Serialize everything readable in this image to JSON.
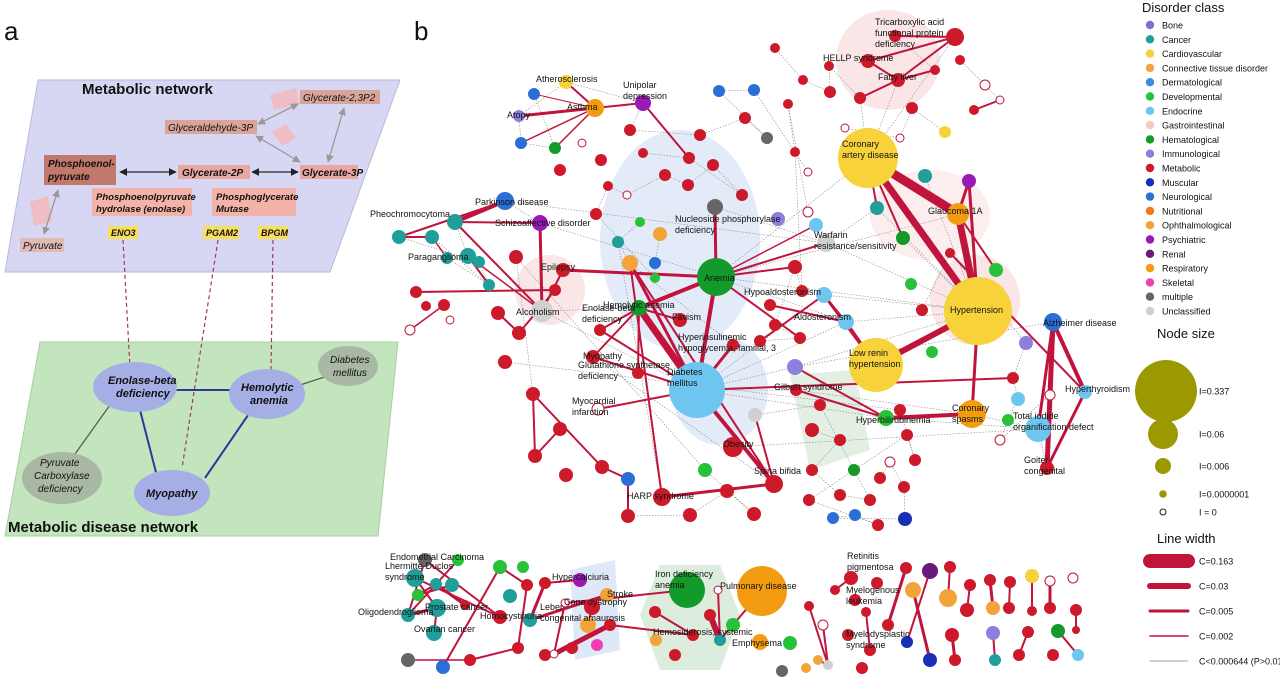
{
  "panel_a": {
    "letter": "a",
    "metabolic_title": "Metabolic network",
    "disease_title": "Metabolic disease network",
    "metabolites": {
      "glycerate23p2": "Glycerate-2,3P2",
      "glyceraldehyde3p": "Glyceraldehyde-3P",
      "pep": "Phosphoenol-\npyruvate",
      "glycerate2p": "Glycerate-2P",
      "glycerate3p": "Glycerate-3P",
      "pyruvate": "Pyruvate"
    },
    "enzymes": {
      "enolase": "Phosphoenolpyruvate\nhydrolase (enolase)",
      "pgm": "Phosphoglycerate\nMutase"
    },
    "genes": [
      "ENO3",
      "PGAM2",
      "BPGM"
    ],
    "diseases": {
      "enolase_def": "Enolase-beta\ndeficiency",
      "hemolytic": "Hemolytic\nanemia",
      "diabetes": "Diabetes\nmellitus",
      "pyruvate_carb": "Pyruvate\nCarboxylase\ndeficiency",
      "myopathy": "Myopathy"
    }
  },
  "panel_b": {
    "letter": "b",
    "labels": [
      "Atherosclerosis",
      "Asthma",
      "Unipolar\ndepression",
      "Atopy",
      "Tricarboxylic acid\nfunctional protein\ndeficiency",
      "HELLP syndrome",
      "Fatty liver",
      "Coronary\nartery disease",
      "Glaucoma 1A",
      "Parkinson disease",
      "Pheochromocytoma",
      "Schizoaffective disorder",
      "Paraganglioma",
      "Nucleoside phosphorylase\ndeficiency",
      "Warfarin\nresistance/sensitivity",
      "Anemia",
      "Epilepsy",
      "Alcoholism",
      "Hemolytic anemia",
      "Enolase-beta\ndeficiency",
      "Favism",
      "Hyperinsulinemic\nhypoglycemia, familial, 3",
      "Myopathy",
      "Glutathione synthetase\ndeficiency",
      "Diabetes\nmellitus",
      "Myocardial\ninfarction",
      "Hypoaldosteronism",
      "Aldosteronism",
      "Hypertension",
      "Low renin\nhypertension",
      "Alzheimer disease",
      "Hyperthyroidism",
      "Gilbert syndrome",
      "Hyperbilirubinemia",
      "Coronary\nspasms",
      "Total iodide\norganification defect",
      "Goiter\ncongenital",
      "Obesity",
      "Spina bifida",
      "HARP syndrome",
      "Endometrial Carcinoma",
      "Lhermitte-Duclos\nsyndrome",
      "Oligodendroglioma",
      "Prostate cancer",
      "Ovarian cancer",
      "Homocystinuria",
      "Hypercalciuria",
      "Stroke",
      "Cone dystrophy",
      "Leber\ncongenital amaurosis",
      "Iron deficiency\nanemia",
      "Hemosiderosis, systemic",
      "Pulmonary disease",
      "Emphysema",
      "Retinitis\npigmentosa",
      "Myelogenous\nleukemia",
      "Myelodysplastic\nsyndrome"
    ]
  },
  "legend": {
    "class_title": "Disorder class",
    "classes": [
      {
        "name": "Bone",
        "color": "#7b6fd6"
      },
      {
        "name": "Cancer",
        "color": "#1f9e9a"
      },
      {
        "name": "Cardiovascular",
        "color": "#f7d23b"
      },
      {
        "name": "Connective tissue disorder",
        "color": "#f4a443"
      },
      {
        "name": "Dermatological",
        "color": "#3a8fe0"
      },
      {
        "name": "Developmental",
        "color": "#27c23a"
      },
      {
        "name": "Endocrine",
        "color": "#6ec6f0"
      },
      {
        "name": "Gastrointestinal",
        "color": "#f7c7c7"
      },
      {
        "name": "Hematological",
        "color": "#149a2a"
      },
      {
        "name": "Immunological",
        "color": "#8c7fe0"
      },
      {
        "name": "Metabolic",
        "color": "#cc1a2a"
      },
      {
        "name": "Muscular",
        "color": "#1a2fb3"
      },
      {
        "name": "Neurological",
        "color": "#2b6fd6"
      },
      {
        "name": "Nutritional",
        "color": "#ef7a1a"
      },
      {
        "name": "Ophthalmological",
        "color": "#f2a33a"
      },
      {
        "name": "Psychiatric",
        "color": "#9a1ab8"
      },
      {
        "name": "Renal",
        "color": "#6a1b7a"
      },
      {
        "name": "Respiratory",
        "color": "#f39c12"
      },
      {
        "name": "Skeletal",
        "color": "#f03fb4"
      },
      {
        "name": "multiple",
        "color": "#666666"
      },
      {
        "name": "Unclassified",
        "color": "#d0d0d0"
      }
    ],
    "size_title": "Node size",
    "sizes": [
      {
        "label": "I=0.337"
      },
      {
        "label": "I=0.06"
      },
      {
        "label": "I=0.006"
      },
      {
        "label": "I=0.0000001"
      },
      {
        "label": "I = 0"
      }
    ],
    "width_title": "Line width",
    "widths": [
      {
        "label": "C=0.163"
      },
      {
        "label": "C=0.03"
      },
      {
        "label": "C=0.005"
      },
      {
        "label": "C=0.002"
      },
      {
        "label": "C<0.000644 (P>0.01)"
      }
    ]
  }
}
